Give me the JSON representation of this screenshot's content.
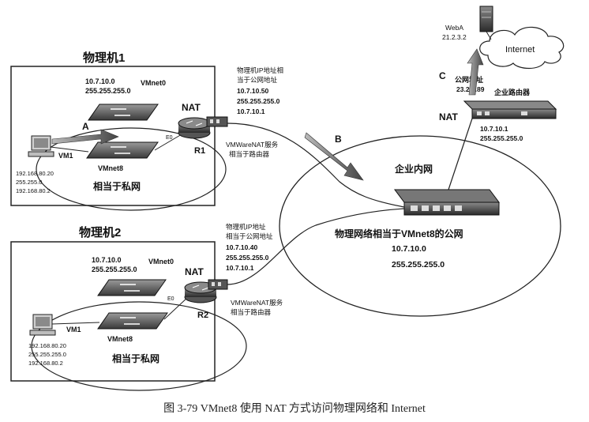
{
  "host1": {
    "title": "物理机1",
    "vmnet0_ip": "10.7.10.0",
    "vmnet0_mask": "255.255.255.0",
    "vmnet0_label": "VMnet0",
    "vmnet8_label": "VMnet8",
    "vm_label": "VM1",
    "vm_ip": "192.168.80.20",
    "vm_mask": "255.255.0",
    "vm_gw": "192.168.80.2",
    "private_label": "相当于私网",
    "nat_label": "NAT",
    "router_label": "R1",
    "e0_label": "E0",
    "host_ip_line1": "物理机IP地址相",
    "host_ip_line2": "当于公网地址",
    "host_ip": "10.7.10.50",
    "host_mask": "255.255.255.0",
    "host_gw": "10.7.10.1",
    "service_line1": "VMWareNAT服务",
    "service_line2": "相当于路由器"
  },
  "host2": {
    "title": "物理机2",
    "vmnet0_ip": "10.7.10.0",
    "vmnet0_mask": "255.255.255.0",
    "vmnet0_label": "VMnet0",
    "vmnet8_label": "VMnet8",
    "vm_label": "VM1",
    "vm_ip": "192.168.80.20",
    "vm_mask": "255.255.255.0",
    "vm_gw": "192.168.80.2",
    "private_label": "相当于私网",
    "nat_label": "NAT",
    "router_label": "R2",
    "e0_label": "E0",
    "host_ip_line1": "物理机IP地址",
    "host_ip_line2": "相当于公网地址",
    "host_ip": "10.7.10.40",
    "host_mask": "255.255.255.0",
    "host_gw": "10.7.10.1",
    "service_line1": "VMWareNAT服务",
    "service_line2": "相当于路由器"
  },
  "arrows": {
    "a": "A",
    "b": "B",
    "c": "C"
  },
  "intranet": {
    "label": "企业内网",
    "desc": "物理网络相当于VMnet8的公网",
    "net_ip": "10.7.10.0",
    "net_mask": "255.255.255.0"
  },
  "enterprise_router": {
    "label": "企业路由器",
    "nat_label": "NAT",
    "public_label": "公网地址",
    "public_ip": "23.2.3.89",
    "lan_ip": "10.7.10.1",
    "lan_mask": "255.255.255.0"
  },
  "internet": {
    "label": "Internet",
    "server_name": "WebA",
    "server_ip": "21.2.3.2"
  },
  "caption": "图 3-79   VMnet8 使用 NAT 方式访问物理网络和 Internet",
  "colors": {
    "ink": "#111111",
    "paper": "#ffffff"
  }
}
